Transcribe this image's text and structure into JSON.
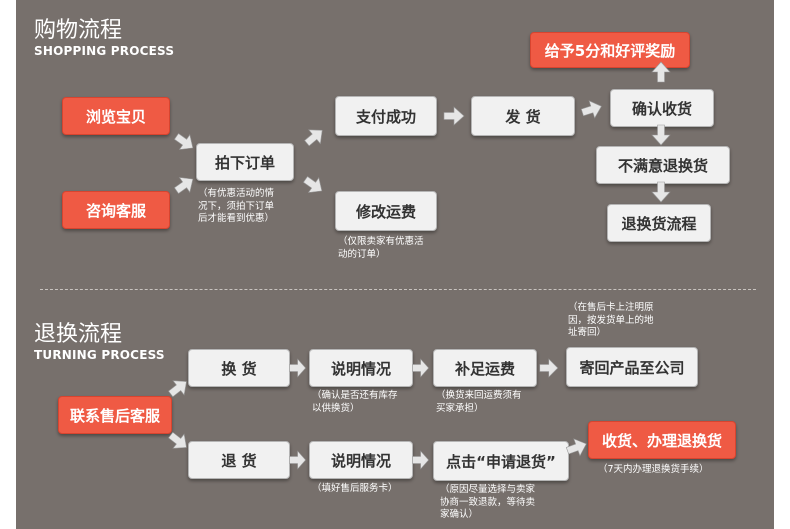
{
  "shopping": {
    "title_zh": "购物流程",
    "title_en": "SHOPPING PROCESS",
    "browse": "浏览宝贝",
    "consult": "咨询客服",
    "place_order": "拍下订单",
    "place_order_note": "（有优惠活动的情\n况下，须拍下订单\n后才能看到优惠）",
    "pay_success": "支付成功",
    "modify_shipping": "修改运费",
    "modify_shipping_note": "（仅限卖家有优惠活\n动的订单）",
    "ship": "发  货",
    "confirm_receipt": "确认收货",
    "reward": "给予5分和好评奖励",
    "unsatisfied": "不满意退换货",
    "return_flow": "退换货流程"
  },
  "returns": {
    "title_zh": "退换流程",
    "title_en": "TURNING PROCESS",
    "contact": "联系售后客服",
    "exchange": "换  货",
    "explain_1": "说明情况",
    "explain_1_note": "（确认是否还有库存\n以供换货）",
    "pay_shipping": "补足运费",
    "pay_shipping_note": "（换货来回运费须有\n买家承担）",
    "send_back": "寄回产品至公司",
    "send_back_note": "（在售后卡上注明原\n因，按发货单上的地\n址寄回）",
    "refund": "退  货",
    "explain_2": "说明情况",
    "explain_2_note": "（填好售后服务卡）",
    "apply_refund": "点击“申请退货”",
    "apply_refund_note": "（原因尽量选择与卖家\n协商一致退款，等待卖\n家确认）",
    "receive_process": "收货、办理退换货",
    "receive_process_note": "（7天内办理退换货手续）"
  },
  "colors": {
    "background": "#77706c",
    "highlight_box": "#ef5a44",
    "normal_box": "#f1f1f1",
    "arrow": "#e6e6e6"
  }
}
